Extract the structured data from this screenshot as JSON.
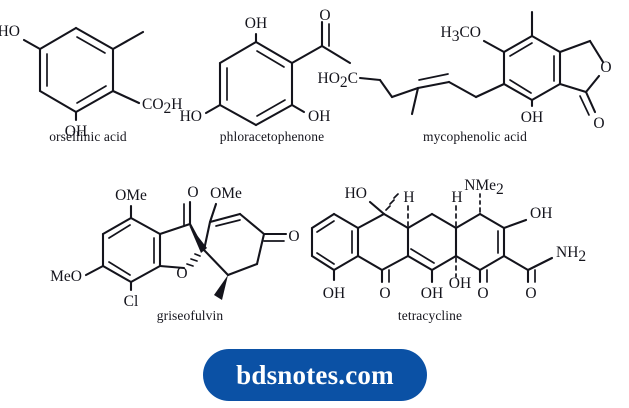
{
  "figure": {
    "kind": "chemical-structure-plate",
    "background_color": "#ffffff",
    "ink_color": "#14141c",
    "molecule_count": 5
  },
  "molecules": [
    {
      "id": "orsellinic-acid",
      "caption": "orsellinic acid",
      "core": "benzene ring",
      "labels": [
        "HO",
        "OH",
        "CO2H"
      ],
      "substituent_text": {
        "hydroxy_top_left": "HO",
        "hydroxy_bottom": "OH",
        "carboxyl": "CO",
        "carboxyl_sub": "2",
        "carboxyl_tail": "H"
      }
    },
    {
      "id": "phloracetophenone",
      "caption": "phloracetophenone",
      "core": "benzene ring",
      "labels": [
        "OH",
        "O",
        "HO",
        "OH"
      ],
      "substituent_text": {
        "hydroxy_top": "OH",
        "ketone_oxygen": "O",
        "hydroxy_left": "HO",
        "hydroxy_right": "OH"
      }
    },
    {
      "id": "mycophenolic-acid",
      "caption": "mycophenolic acid",
      "core": "isobenzofuranone with hexenoic acid chain",
      "labels": [
        "HO2C",
        "H3CO",
        "OH",
        "O",
        "O"
      ],
      "substituent_text": {
        "acid_head": "HO",
        "acid_head_sub": "2",
        "acid_head_tail": "C",
        "methoxy": "H",
        "methoxy_sub": "3",
        "methoxy_tail": "CO",
        "phenol": "OH",
        "ring_oxygen": "O",
        "lactone_oxygen": "O"
      }
    },
    {
      "id": "griseofulvin",
      "caption": "griseofulvin",
      "core": "spiro benzofuranone cyclohexenone",
      "labels": [
        "OMe",
        "O",
        "OMe",
        "MeO",
        "Cl",
        "O",
        "O"
      ],
      "substituent_text": {
        "methoxy_top": "OMe",
        "ketone_oxygen": "O",
        "methoxy_enol": "OMe",
        "methoxy_left": "MeO",
        "chloro": "Cl",
        "furan_oxygen": "O",
        "enone_oxygen": "O"
      }
    },
    {
      "id": "tetracycline",
      "caption": "tetracycline",
      "core": "naphthacene tetracyclic",
      "labels": [
        "HO",
        "H",
        "H",
        "NMe2",
        "OH",
        "NH2",
        "OH",
        "O",
        "OH",
        "OH",
        "O",
        "O"
      ],
      "substituent_text": {
        "tertiary_hydroxy": "HO",
        "hydrogen_a": "H",
        "hydrogen_b": "H",
        "dimethylamino": "NMe",
        "dimethylamino_sub": "2",
        "enol_hydroxy": "OH",
        "amide": "NH",
        "amide_sub": "2",
        "phenol_left": "OH",
        "ketone_left": "O",
        "enol_mid": "OH",
        "hydroxy_axial": "OH",
        "ketone_mid": "O",
        "amide_oxygen": "O"
      }
    }
  ],
  "banner": {
    "label": "bdsnotes.com",
    "background_color": "#0B51A5",
    "text_color": "#ffffff",
    "shape": "rounded-rectangle"
  }
}
